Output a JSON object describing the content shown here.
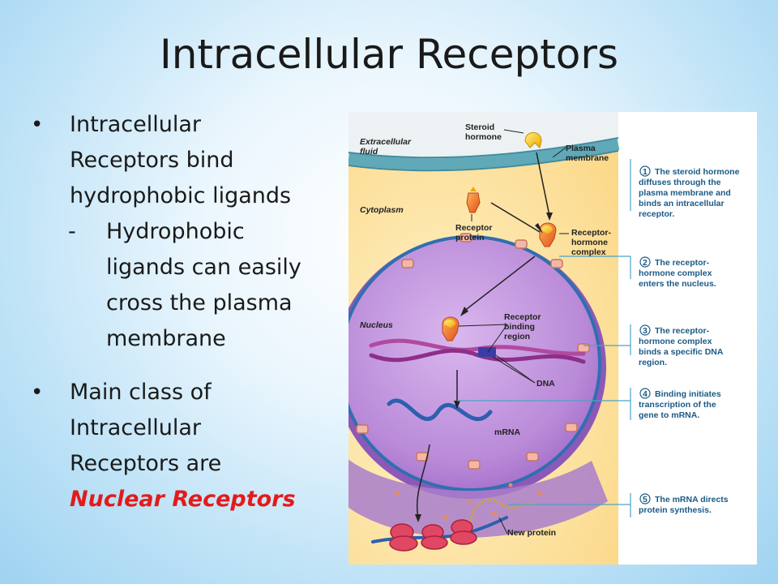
{
  "title": "Intracellular Receptors",
  "bullets": {
    "b1_line1": "Intracellular",
    "b1_line2": "Receptors bind",
    "b1_line3": "hydrophobic ligands",
    "sub_dash": "-",
    "sub_line1": "Hydrophobic",
    "sub_line2": "ligands can easily",
    "sub_line3": "cross the plasma",
    "sub_line4": "membrane",
    "b2_line1": "Main class of",
    "b2_line2": "Intracellular",
    "b2_line3": "Receptors are",
    "b2_highlight": "Nuclear Receptors",
    "bullet_glyph": "•"
  },
  "figure": {
    "labels": {
      "extracellular_1": "Extracellular",
      "extracellular_2": "fluid",
      "steroid_1": "Steroid",
      "steroid_2": "hormone",
      "plasma_1": "Plasma",
      "plasma_2": "membrane",
      "cytoplasm": "Cytoplasm",
      "receptor_protein_1": "Receptor",
      "receptor_protein_2": "protein",
      "rhc_1": "Receptor-",
      "rhc_2": "hormone",
      "rhc_3": "complex",
      "nucleus": "Nucleus",
      "rbr_1": "Receptor",
      "rbr_2": "binding",
      "rbr_3": "region",
      "dna": "DNA",
      "mrna": "mRNA",
      "new_protein": "New protein"
    },
    "steps": [
      {
        "num": "1",
        "lines": [
          "The steroid hormone",
          "diffuses through the",
          "plasma membrane and",
          "binds an intracellular",
          "receptor."
        ]
      },
      {
        "num": "2",
        "lines": [
          "The receptor-",
          "hormone complex",
          "enters the nucleus."
        ]
      },
      {
        "num": "3",
        "lines": [
          "The receptor-",
          "hormone complex",
          "binds a specific DNA",
          "region."
        ]
      },
      {
        "num": "4",
        "lines": [
          "Binding initiates",
          "transcription of the",
          "gene to mRNA."
        ]
      },
      {
        "num": "5",
        "lines": [
          "The mRNA directs",
          "protein synthesis."
        ]
      }
    ]
  }
}
